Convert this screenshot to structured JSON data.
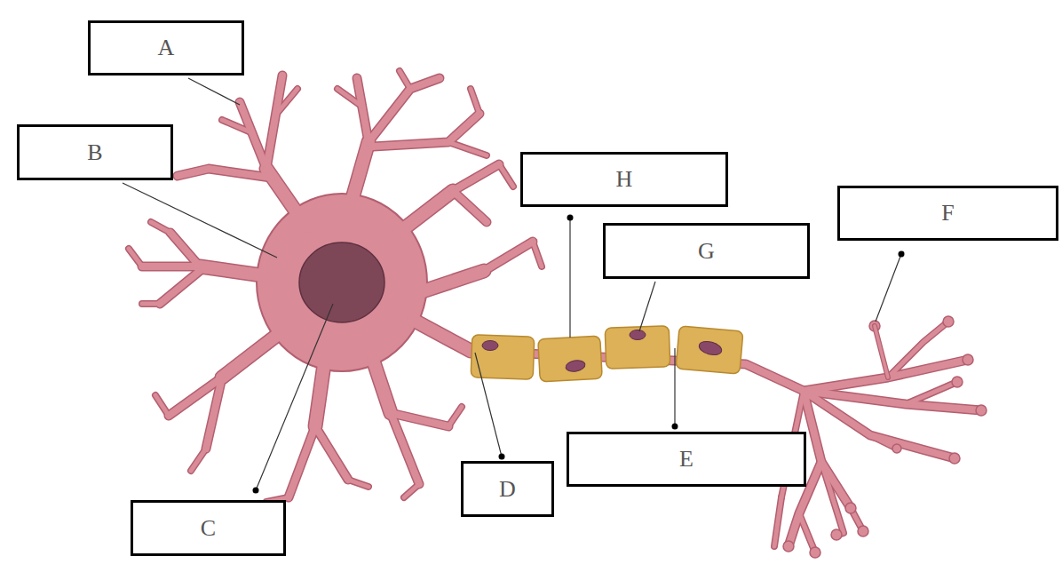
{
  "diagram": {
    "nodes": [
      {
        "text": [
          "A"
        ]
      },
      {
        "text": [
          "B"
        ]
      },
      {
        "text": [
          "H"
        ]
      },
      {
        "text": [
          "F"
        ]
      },
      {
        "text": [
          "G"
        ]
      },
      {
        "text": [
          "E"
        ]
      },
      {
        "text": [
          "D"
        ]
      },
      {
        "text": [
          "C"
        ]
      }
    ]
  }
}
